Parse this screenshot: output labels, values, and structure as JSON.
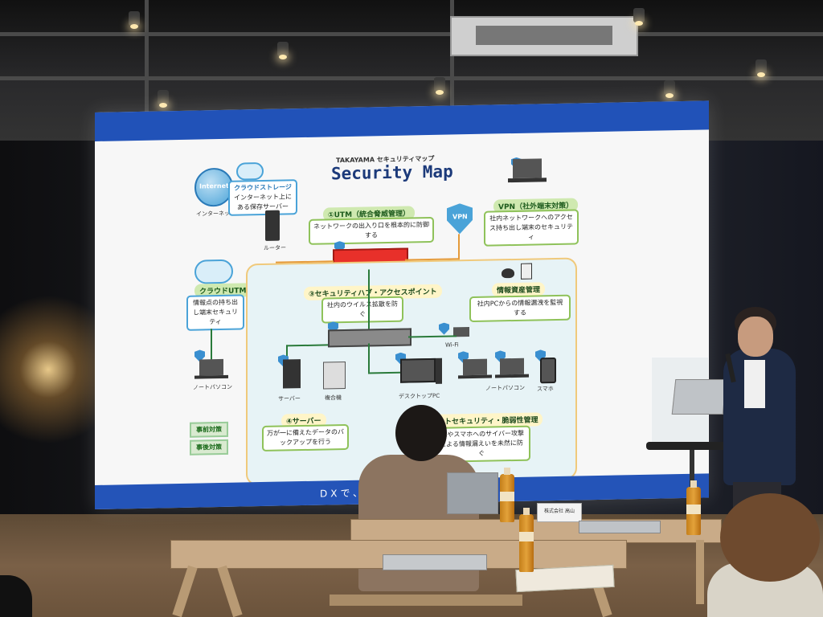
{
  "slide": {
    "subtitle": "TAKAYAMA セキュリティマップ",
    "title": "Security Map",
    "bottom_text": "DXで、共",
    "internet": {
      "globe_label": "Internet",
      "caption": "インターネット"
    },
    "cloud_storage": {
      "title": "クラウドストレージ",
      "desc": "インターネット上にある保存サーバー"
    },
    "router": {
      "caption": "ルーター"
    },
    "utm": {
      "tag": "①UTM（統合脅威管理）",
      "desc": "ネットワークの出入り口を根本的に防御する"
    },
    "vpn": {
      "icon": "VPN",
      "tag": "VPN（社外端末対策）",
      "desc": "社内ネットワークへのアクセス持ち出し端末のセキュリティ"
    },
    "cloud_utm": {
      "title": "クラウドUTM",
      "desc": "情報点の持ち出し端末セキュリティ"
    },
    "hub": {
      "tag": "③セキュリティハブ・アクセスポイント",
      "desc": "社内のウイルス拡散を防ぐ"
    },
    "asset": {
      "tag": "情報資産管理",
      "desc": "社内PCからの情報漏洩を監視する"
    },
    "wifi": {
      "caption": "Wi-Fi"
    },
    "server": {
      "caption": "サーバー",
      "tag": "④サーバー",
      "desc": "万が一に備えたデータのバックアップを行う"
    },
    "mfp": {
      "caption": "複合機"
    },
    "desktop": {
      "caption": "デスクトップPC"
    },
    "notebook_left": {
      "caption": "ノートパソコン"
    },
    "notebook_right": {
      "caption": "ノートパソコン"
    },
    "smartphone": {
      "caption": "スマホ"
    },
    "endpoint": {
      "tag": "ントセキュリティ・脆弱性管理",
      "desc": "PCやスマホへのサイバー攻撃による情報漏えいを未然に防ぐ"
    },
    "pre_measure": "事前対策",
    "post_measure": "事後対策"
  },
  "venue": {
    "nameplate": "株式会社 高山"
  }
}
